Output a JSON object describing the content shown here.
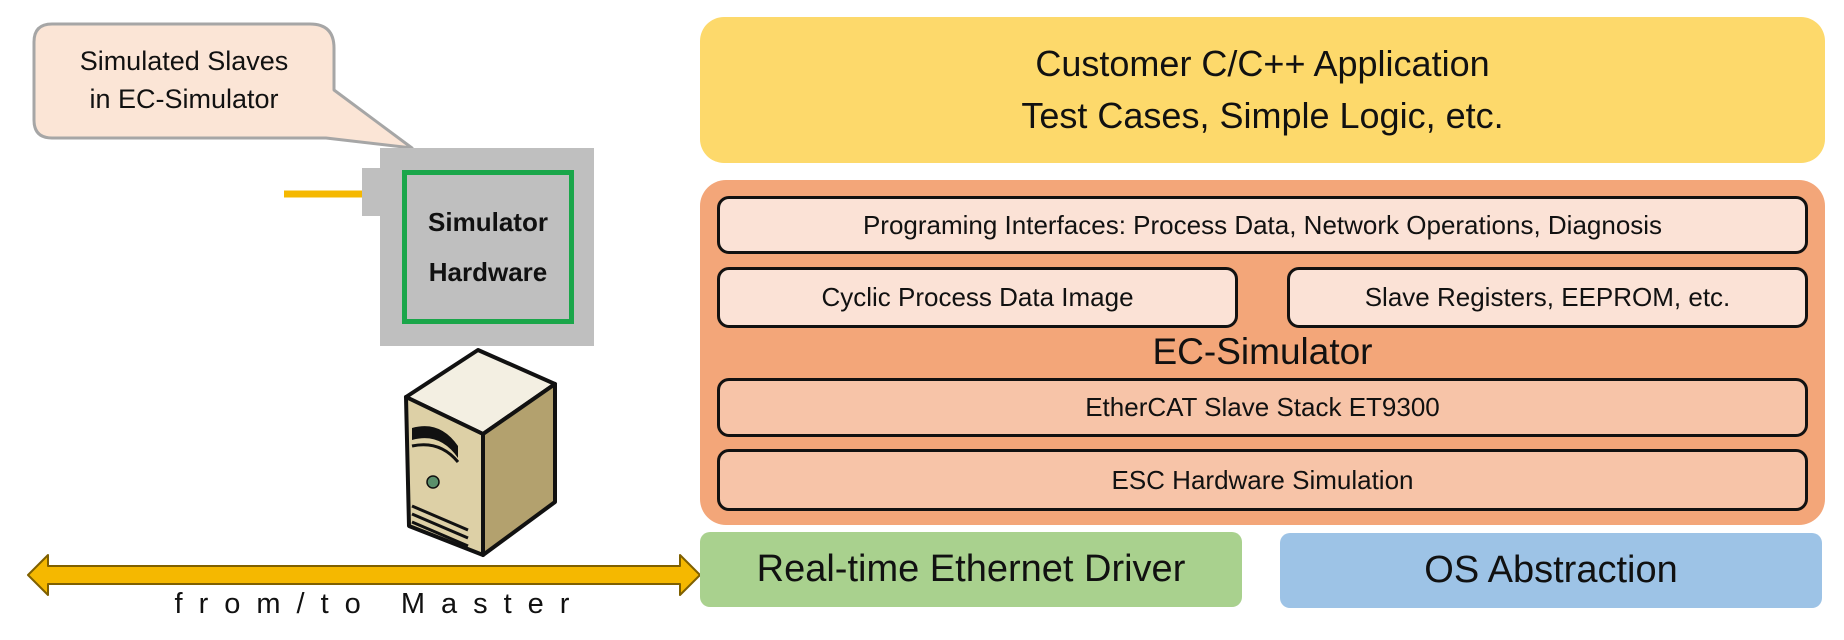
{
  "app": {
    "line1": "Customer C/C++ Application",
    "line2": "Test Cases, Simple Logic, etc."
  },
  "simulator": {
    "title": "EC-Simulator",
    "programming_interfaces": "Programing Interfaces: Process Data, Network Operations, Diagnosis",
    "cyclic_image": "Cyclic Process Data Image",
    "slave_registers": "Slave Registers, EEPROM, etc.",
    "slave_stack": "EtherCAT Slave Stack ET9300",
    "esc_hw_sim": "ESC Hardware Simulation"
  },
  "drivers": {
    "realtime_ethernet": "Real-time Ethernet Driver",
    "os_abstraction": "OS Abstraction"
  },
  "callout": {
    "line1": "Simulated Slaves",
    "line2": "in EC-Simulator"
  },
  "hardware": {
    "line1": "Simulator",
    "line2": "Hardware"
  },
  "link": {
    "label": "from/to Master"
  },
  "colors": {
    "app": "#fdd96b",
    "simulator": "#f3a679",
    "realtime_driver": "#a9d18e",
    "os_abstraction": "#9dc3e6",
    "hardware_frame": "#1aa64a",
    "arrow": "#f5b800"
  }
}
